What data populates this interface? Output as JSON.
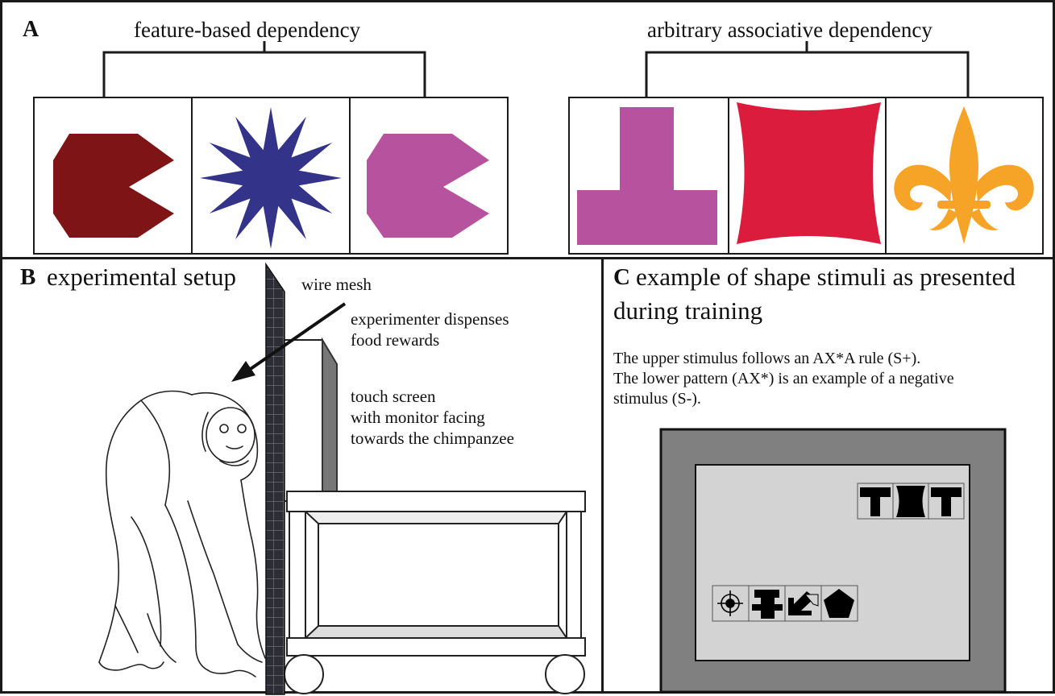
{
  "panel_a": {
    "letter": "A",
    "left_title": "feature-based dependency",
    "right_title": "arbitrary associative dependency",
    "colors": {
      "dark_red": "#7f1416",
      "navy": "#33338a",
      "magenta": "#b7529e",
      "crimson": "#dc1c3c",
      "gold": "#f5a428"
    }
  },
  "panel_b": {
    "letter": "B",
    "title": "experimental setup",
    "label_mesh": "wire mesh",
    "label_dispense_1": "experimenter dispenses",
    "label_dispense_2": "food rewards",
    "label_touch_1": "touch screen",
    "label_touch_2": "with monitor facing",
    "label_touch_3": "towards the chimpanzee"
  },
  "panel_c": {
    "letter": "C",
    "title_1": "example of shape stimuli as presented",
    "title_2": "during training",
    "desc_1": "The upper stimulus follows an AX*A rule (S+).",
    "desc_2": "The lower pattern (AX*) is an example of a negative",
    "desc_3": "stimulus (S-).",
    "colors": {
      "frame": "#808080",
      "screen": "#d3d3d3"
    }
  }
}
